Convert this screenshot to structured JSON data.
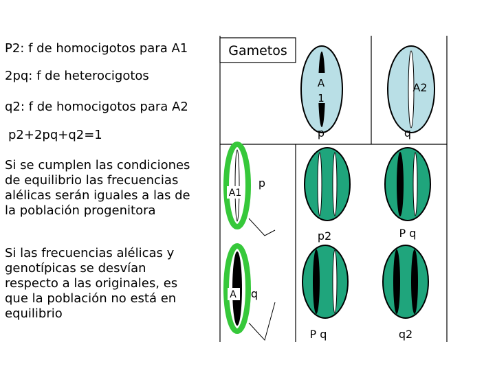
{
  "text": {
    "line1": "P2: f de homocigotos para A1",
    "line2": "2pq: f de heterocigotos",
    "line3": "q2: f de homocigotos para A2",
    "line4": "p2+2pq+q2=1",
    "para1": "Si se cumplen las condiciones\nde equilibrio las frecuencias\nalélicas serán iguales a las de\nla población progenitora",
    "para2": "Si las frecuencias alélicas y\ngenotípicas se desvían\nrespecto a las originales, es\nque la población no está en\nequilibrio"
  },
  "diagram": {
    "gametes_label": "Gametos",
    "top_cell_a1_label": "A\n1",
    "top_cell_a2_label": "A2",
    "top_freq_p": "p",
    "top_freq_q": "q",
    "left_a1_label": "A1",
    "left_a1_freq": "p",
    "left_a2_label": "A",
    "left_a2_freq": "q",
    "cell_p2": "p2",
    "cell_pq_top": "P q",
    "cell_pq_bottom": "P q",
    "cell_q2": "q2"
  },
  "colors": {
    "pale_cell": "#b9dfe6",
    "green_cell": "#1fa57c",
    "bright_green": "#36c83a",
    "chromosome_dark": "#000000",
    "chromosome_light": "#ffffff"
  }
}
